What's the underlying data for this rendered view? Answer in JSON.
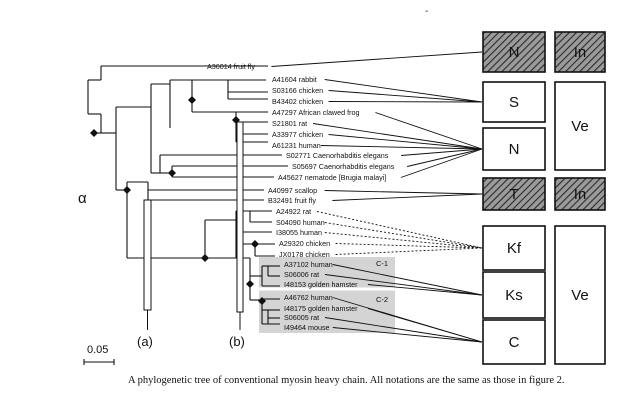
{
  "taxa": [
    {
      "id": "A36014",
      "name": "A36014 fruit fly",
      "target": "N1"
    },
    {
      "id": "A41604",
      "name": "A41604 rabbit",
      "target": "S"
    },
    {
      "id": "S03166",
      "name": "S03166 chicken",
      "target": "S"
    },
    {
      "id": "B43402",
      "name": "B43402 chicken",
      "target": "S"
    },
    {
      "id": "A47297",
      "name": "A47297 African clawed frog",
      "target": "N2"
    },
    {
      "id": "S21801",
      "name": "S21801 rat",
      "target": "N2"
    },
    {
      "id": "A33977",
      "name": "A33977 chicken",
      "target": "N2"
    },
    {
      "id": "A61231",
      "name": "A61231 human",
      "target": "N2"
    },
    {
      "id": "S02771",
      "name": "S02771 Caenorhabditis elegans",
      "target": "N2"
    },
    {
      "id": "S05697",
      "name": "S05697 Caenorhabditis elegans",
      "target": "N2"
    },
    {
      "id": "A45627",
      "name": "A45627 nematode [Brugia malayi]",
      "target": "N2"
    },
    {
      "id": "A40997",
      "name": "A40997 scallop",
      "target": "T"
    },
    {
      "id": "B32491",
      "name": "B32491 fruit fly",
      "target": "T"
    },
    {
      "id": "A24922",
      "name": "A24922 rat",
      "target": "Kf"
    },
    {
      "id": "S04090",
      "name": "S04090 human",
      "target": "Kf"
    },
    {
      "id": "I38055",
      "name": "I38055 human",
      "target": "Kf"
    },
    {
      "id": "A29320",
      "name": "A29320 chicken",
      "target": "Kf"
    },
    {
      "id": "JX0178",
      "name": "JX0178 chicken",
      "target": "Kf"
    },
    {
      "id": "A37102",
      "name": "A37102 human",
      "target": "Ks"
    },
    {
      "id": "S06006",
      "name": "S06006 rat",
      "target": "Ks"
    },
    {
      "id": "I48153",
      "name": "I48153 golden hamster",
      "target": "Ks"
    },
    {
      "id": "A46762",
      "name": "A46762 human",
      "target": "C"
    },
    {
      "id": "I48175",
      "name": "I48175 golden hamster",
      "target": "C"
    },
    {
      "id": "S06005",
      "name": "S06005 rat",
      "target": "C"
    },
    {
      "id": "I49464",
      "name": "I49464 mouse",
      "target": "C"
    }
  ],
  "tree": {
    "alpha": "α",
    "marker_a": "(a)",
    "marker_b": "(b)",
    "scale_label": "0.05",
    "cluster_c1": "C-1",
    "cluster_c2": "C-2"
  },
  "boxes": [
    {
      "key": "N1",
      "label": "N",
      "hatched": true
    },
    {
      "key": "S",
      "label": "S",
      "hatched": false
    },
    {
      "key": "N2",
      "label": "N",
      "hatched": false
    },
    {
      "key": "T",
      "label": "T",
      "hatched": true
    },
    {
      "key": "Kf",
      "label": "Kf",
      "hatched": false
    },
    {
      "key": "Ks",
      "label": "Ks",
      "hatched": false
    },
    {
      "key": "C",
      "label": "C",
      "hatched": false
    }
  ],
  "groups": [
    {
      "key": "In1",
      "label": "In",
      "hatched": true
    },
    {
      "key": "Ve1",
      "label": "Ve",
      "hatched": false
    },
    {
      "key": "In2",
      "label": "In",
      "hatched": true
    },
    {
      "key": "Ve2",
      "label": "Ve",
      "hatched": false
    }
  ],
  "header_mark": "-",
  "caption": "A phylogenetic tree of conventional myosin heavy chain. All notations are the same as those in figure 2."
}
